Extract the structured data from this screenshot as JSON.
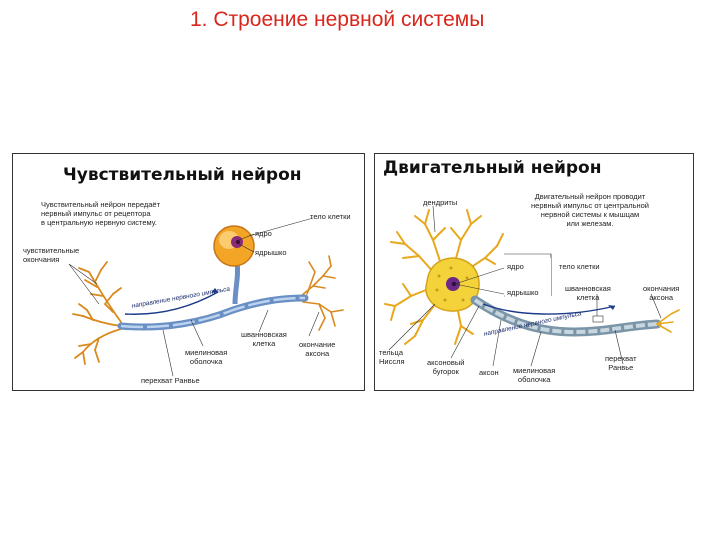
{
  "slide": {
    "title": "1. Строение нервной системы"
  },
  "sensory": {
    "title": "Чувствительный нейрон",
    "description": "Чувствительный нейрон передаёт\nнервный импульс от рецептора\nв центральную нервную систему.",
    "labels": {
      "cell_body": "тело клетки",
      "nucleus": "ядро",
      "nucleolus": "ядрышко",
      "sensory_endings": "чувствительные\nокончания",
      "impulse_direction": "направление нервного импульса",
      "schwann_cell": "шванновская\nклетка",
      "myelin": "миелиновая\nоболочка",
      "axon_ending": "окончание\nаксона",
      "ranvier": "перехват Ранвье"
    }
  },
  "motor": {
    "title": "Двигательный нейрон",
    "description": "Двигательный нейрон проводит\nнервный импульс от центральной\nнервной системы к мышцам\nили железам.",
    "labels": {
      "dendrites": "дендриты",
      "nucleus": "ядро",
      "cell_body": "тело клетки",
      "nucleolus": "ядрышко",
      "schwann_cell": "шванновская\nклетка",
      "axon_endings": "окончания\nаксона",
      "impulse_direction": "направление нервного импульса",
      "nissl": "тельца\nНиссля",
      "axon_hillock": "аксоновый\nбугорок",
      "axon": "аксон",
      "myelin": "миелиновая\nоболочка",
      "ranvier": "перехват\nРанвье"
    }
  }
}
